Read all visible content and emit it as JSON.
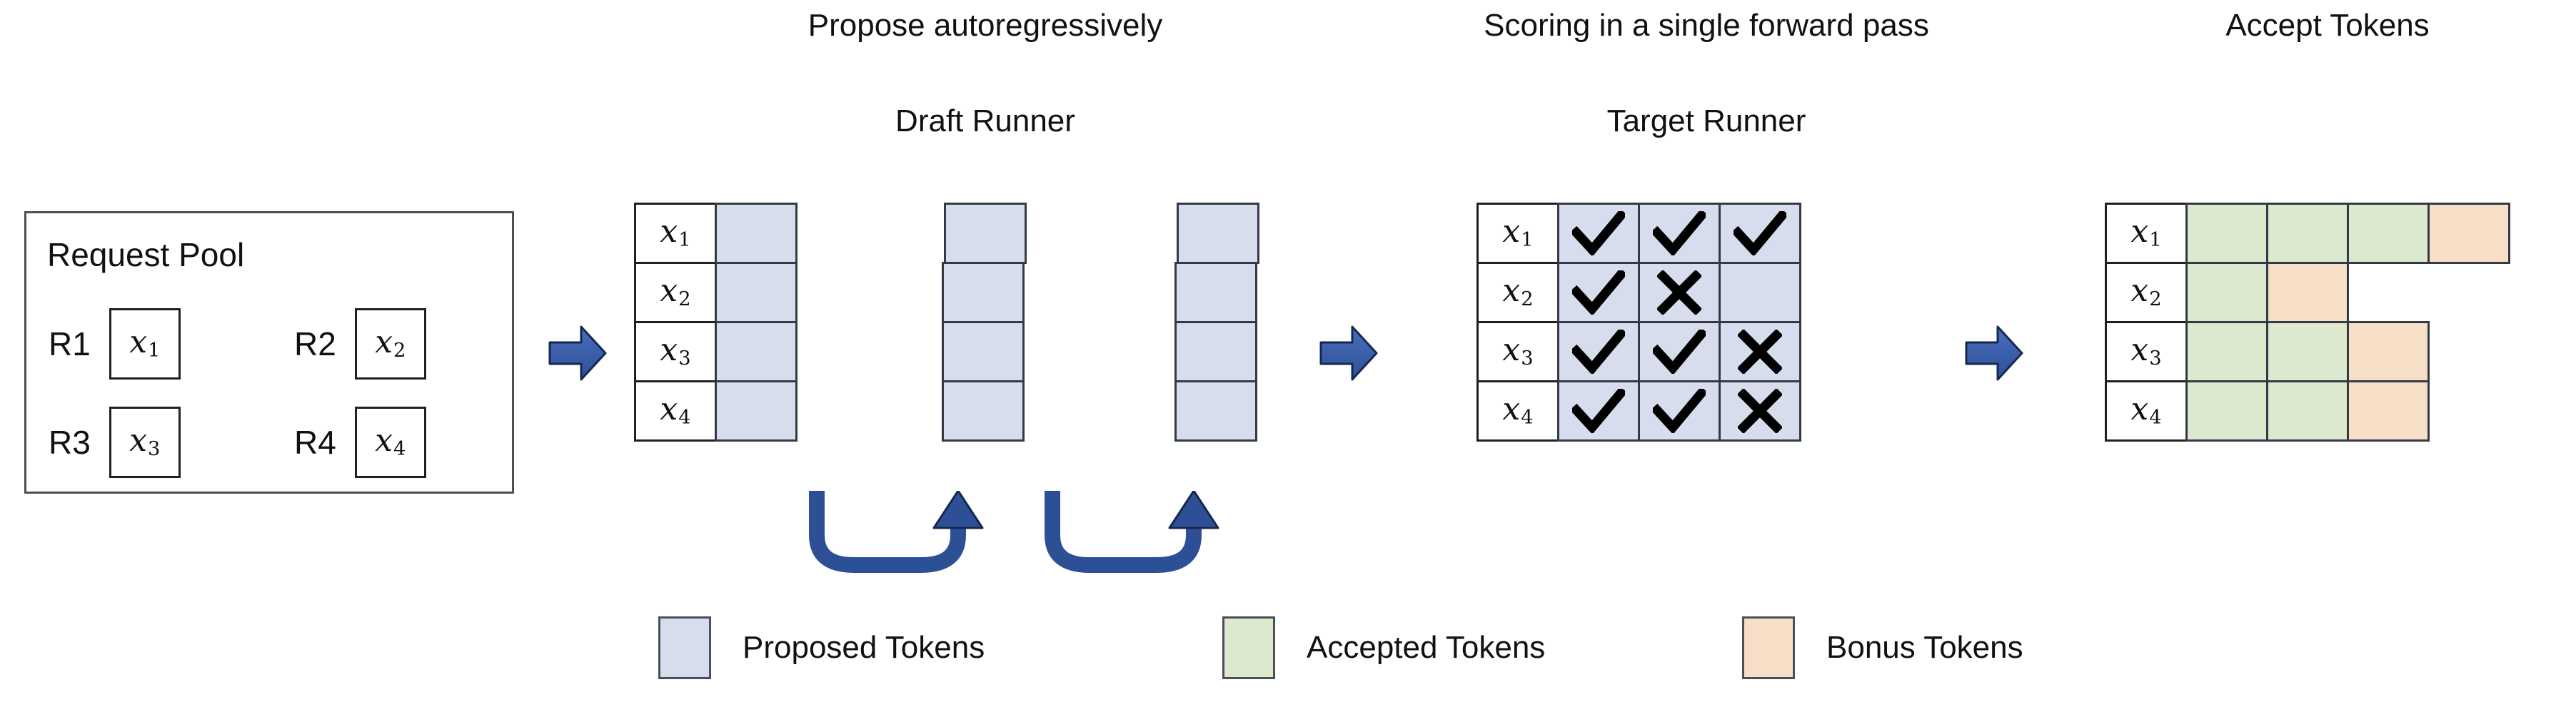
{
  "headings": {
    "propose": "Propose autoregressively",
    "draft_runner": "Draft Runner",
    "scoring": "Scoring in a single forward pass",
    "target_runner": "Target Runner",
    "accept": "Accept Tokens"
  },
  "request_pool": {
    "title": "Request Pool",
    "items": [
      {
        "label": "R1",
        "token": "x",
        "sub": "1"
      },
      {
        "label": "R2",
        "token": "x",
        "sub": "2"
      },
      {
        "label": "R3",
        "token": "x",
        "sub": "3"
      },
      {
        "label": "R4",
        "token": "x",
        "sub": "4"
      }
    ]
  },
  "row_labels": [
    {
      "token": "x",
      "sub": "1"
    },
    {
      "token": "x",
      "sub": "2"
    },
    {
      "token": "x",
      "sub": "3"
    },
    {
      "token": "x",
      "sub": "4"
    }
  ],
  "draft_runner": {
    "steps": 3,
    "rows": 4,
    "cell_state": "proposed"
  },
  "target_runner": {
    "columns": 3,
    "grid": [
      [
        "check",
        "check",
        "check"
      ],
      [
        "check",
        "cross",
        "blank"
      ],
      [
        "check",
        "check",
        "cross"
      ],
      [
        "check",
        "check",
        "cross"
      ]
    ]
  },
  "accept_tokens": {
    "grid": [
      [
        "accepted",
        "accepted",
        "accepted",
        "bonus"
      ],
      [
        "accepted",
        "bonus",
        "none",
        "none"
      ],
      [
        "accepted",
        "accepted",
        "bonus",
        "none"
      ],
      [
        "accepted",
        "accepted",
        "bonus",
        "none"
      ]
    ]
  },
  "legend": [
    {
      "name": "proposed",
      "label": "Proposed Tokens",
      "color": "#d7dded"
    },
    {
      "name": "accepted",
      "label": "Accepted Tokens",
      "color": "#dde9cf"
    },
    {
      "name": "bonus",
      "label": "Bonus Tokens",
      "color": "#f7dec7"
    }
  ],
  "colors": {
    "proposed": "#d7dded",
    "accepted": "#dde9cf",
    "bonus": "#f7dec7",
    "arrow_blue": "#3a5fad",
    "arrow_blue_dark": "#1f3d7a",
    "border": "#333a45"
  },
  "icons": {
    "check": "check-mark-icon",
    "cross": "cross-mark-icon",
    "flow_arrow": "right-block-arrow-icon",
    "recurrence_arrow": "u-turn-arrow-icon"
  }
}
